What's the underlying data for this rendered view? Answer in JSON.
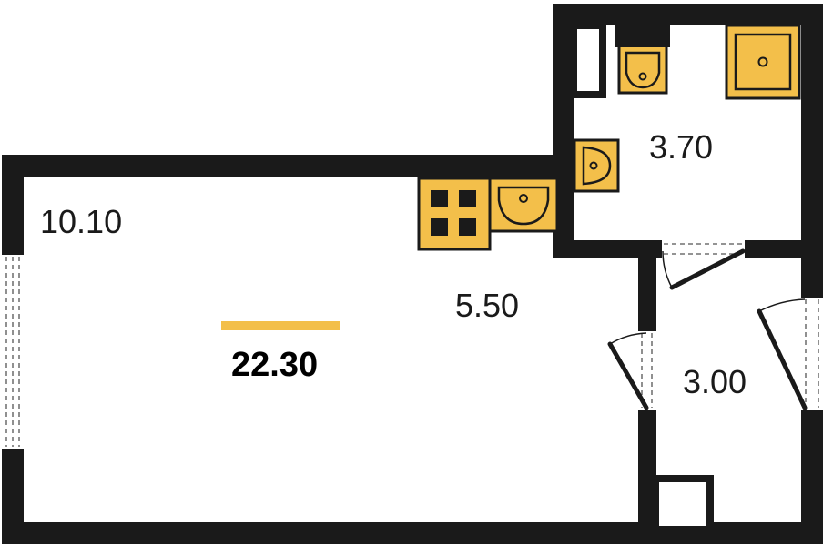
{
  "plan": {
    "accent_color": "#f3bf4a",
    "wall_color": "#1a1a1a",
    "rooms": [
      {
        "id": "living",
        "area": "10.10"
      },
      {
        "id": "kitchen",
        "area": "5.50"
      },
      {
        "id": "bathroom",
        "area": "3.70"
      },
      {
        "id": "hall",
        "area": "3.00"
      }
    ],
    "total_area": "22.30",
    "fixtures": [
      "stove-icon",
      "kitchen-sink-icon",
      "toilet-icon",
      "shower-tray-icon",
      "washbasin-icon"
    ]
  }
}
